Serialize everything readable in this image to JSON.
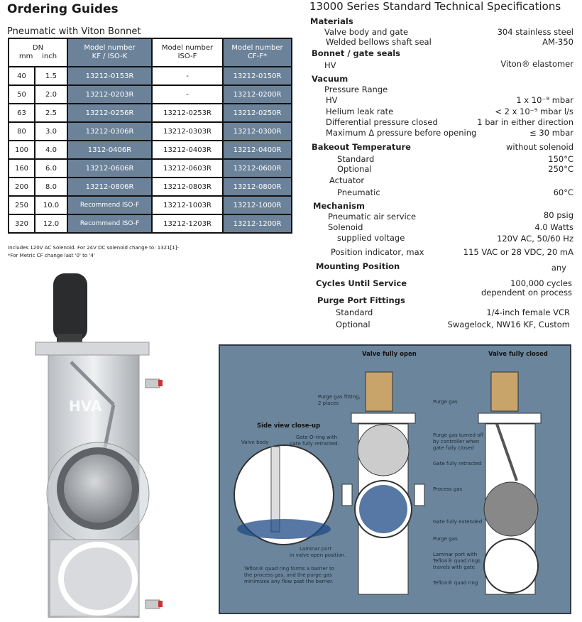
{
  "ordering": {
    "title": "Ordering Guides",
    "subtitle": "Pneumatic with Viton Bonnet",
    "headers": {
      "dn": "DN",
      "mm": "mm",
      "inch": "inch",
      "kf_line1": "Model number",
      "kf_line2": "KF / ISO-K",
      "isof_line1": "Model number",
      "isof_line2": "ISO-F",
      "cff_line1": "Model number",
      "cff_line2": "CF-F*"
    },
    "rows": [
      {
        "mm": "40",
        "inch": "1.5",
        "kf": "13212-0153R",
        "isof": "-",
        "cff": "13212-0150R"
      },
      {
        "mm": "50",
        "inch": "2.0",
        "kf": "13212-0203R",
        "isof": "-",
        "cff": "13212-0200R"
      },
      {
        "mm": "63",
        "inch": "2.5",
        "kf": "13212-0256R",
        "isof": "13212-0253R",
        "cff": "13212-0250R"
      },
      {
        "mm": "80",
        "inch": "3.0",
        "kf": "13212-0306R",
        "isof": "13212-0303R",
        "cff": "13212-0300R"
      },
      {
        "mm": "100",
        "inch": "4.0",
        "kf": "1312-0406R",
        "isof": "13212-0403R",
        "cff": "13212-0400R"
      },
      {
        "mm": "160",
        "inch": "6.0",
        "kf": "13212-0606R",
        "isof": "13212-0603R",
        "cff": "13212-0600R"
      },
      {
        "mm": "200",
        "inch": "8.0",
        "kf": "13212-0806R",
        "isof": "13212-0803R",
        "cff": "13212-0800R"
      },
      {
        "mm": "250",
        "inch": "10.0",
        "kf": "Recommend ISO-F",
        "isof": "13212-1003R",
        "cff": "13212-1000R"
      },
      {
        "mm": "320",
        "inch": "12.0",
        "kf": "Recommend ISO-F",
        "isof": "13212-1203R",
        "cff": "13212-1200R"
      }
    ],
    "note1": "Includes 120V AC Solenoid. For 24V DC solenoid change to:  1321[1]-",
    "note2": "*For Metric  CF change last '0' to '4'"
  },
  "specs": {
    "title": "13000 Series Standard Technical Specifications",
    "materials": "Materials",
    "valve_body": "Valve body and gate",
    "valve_body_val": "304 stainless steel",
    "bellows": "Welded bellows shaft seal",
    "bellows_val": "AM-350",
    "bonnet": "Bonnet / gate seals",
    "hv": "HV",
    "hv_val": "Viton® elastomer",
    "vacuum": "Vacuum",
    "pressure_range": "Pressure Range",
    "hv2": "HV",
    "hv2_val": "1 x 10⁻⁹ mbar",
    "helium": "Helium leak rate",
    "helium_val": "< 2 x 10⁻⁹ mbar l/s",
    "diff": "Differential pressure closed",
    "diff_val": "1 bar in either direction",
    "max_dp": "Maximum Δ pressure before opening",
    "max_dp_val": "≤ 30 mbar",
    "bakeout": "Bakeout Temperature",
    "bakeout_val": "without solenoid",
    "standard": "Standard",
    "standard_val": "150°C",
    "optional": "Optional",
    "optional_val": "250°C",
    "actuator": "Actuator",
    "pneumatic": "Pneumatic",
    "pneumatic_val": "60°C",
    "mechanism": "Mechanism",
    "air": "Pneumatic air service",
    "air_val": "80 psig",
    "solenoid": "Solenoid",
    "solenoid_val": "4.0 Watts",
    "voltage": "supplied voltage",
    "voltage_val": "120V AC, 50/60 Hz",
    "position": "Position indicator, max",
    "position_val": "115 VAC or 28 VDC, 20 mA",
    "mounting": "Mounting Position",
    "mounting_val": "any",
    "cycles": "Cycles Until Service",
    "cycles_val1": "100,000 cycles",
    "cycles_val2": "dependent on process",
    "purge": "Purge Port Fittings",
    "purge_std": "Standard",
    "purge_std_val": "1/4-inch female VCR",
    "purge_opt": "Optional",
    "purge_opt_val": "Swagelock, NW16 KF, Custom"
  },
  "photo": {
    "logo": "HVA"
  },
  "diagram": {
    "open": "Valve fully open",
    "closed": "Valve fully closed",
    "side_view": "Side view close-up",
    "purge_fitting": "Purge gas fitting,",
    "purge_fitting2": "2 places",
    "purge_gas": "Purge gas",
    "valve_body": "Valve body",
    "gate_oring": "Gate O-ring with",
    "gate_oring2": "gate fully retracted.",
    "purge_off": "Purge gas turned off",
    "purge_off2": "by controller when",
    "purge_off3": "gate fully closed",
    "gate_retracted": "Gate fully retracted",
    "process_gas": "Process gas",
    "gate_extended": "Gate fully extended",
    "purge_gas2": "Purge gas",
    "laminar": "Laminar port",
    "laminar2": "in valve open position.",
    "laminar_port": "Laminar port with",
    "laminar_port2": "Teflon® quad rings",
    "laminar_port3": "travels with gate",
    "teflon_note": "Teflon® quad ring forms a barrier to",
    "teflon_note2": "the process gas, and the purge gas",
    "teflon_note3": "minimizes any flow past the barrier.",
    "teflon_ring": "Teflon® quad ring"
  }
}
